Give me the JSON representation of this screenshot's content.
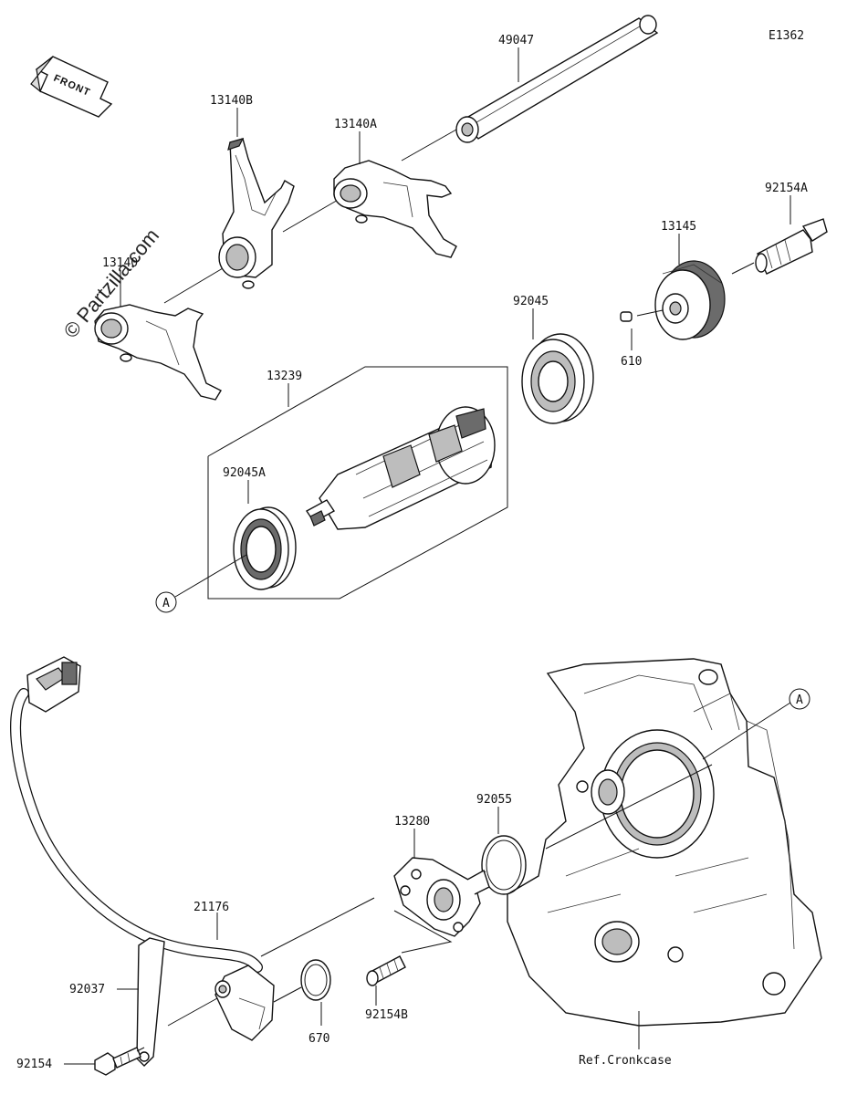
{
  "diagram_id": "E1362",
  "watermark": "© Partzilla.com",
  "front_label": "FRONT",
  "callouts": {
    "c_49047": "49047",
    "c_13140B": "13140B",
    "c_13140A": "13140A",
    "c_13140": "13140",
    "c_92154A": "92154A",
    "c_13145": "13145",
    "c_92045": "92045",
    "c_610": "610",
    "c_13239": "13239",
    "c_92045A": "92045A",
    "c_A_upper": "A",
    "c_A_lower": "A",
    "c_92055": "92055",
    "c_13280": "13280",
    "c_21176": "21176",
    "c_92037": "92037",
    "c_670": "670",
    "c_92154B": "92154B",
    "c_92154": "92154",
    "c_ref": "Ref.Cronkcase"
  }
}
